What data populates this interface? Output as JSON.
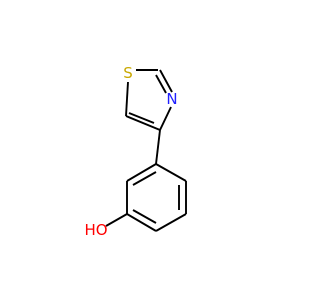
{
  "molecule": {
    "atoms": {
      "sulfur": {
        "symbol": "S",
        "color": "#c8a800"
      },
      "nitrogen": {
        "symbol": "N",
        "color": "#2020ff"
      },
      "oxygen": {
        "symbol": "HO",
        "color": "#ff0000"
      }
    },
    "bond_color": "#000000"
  }
}
